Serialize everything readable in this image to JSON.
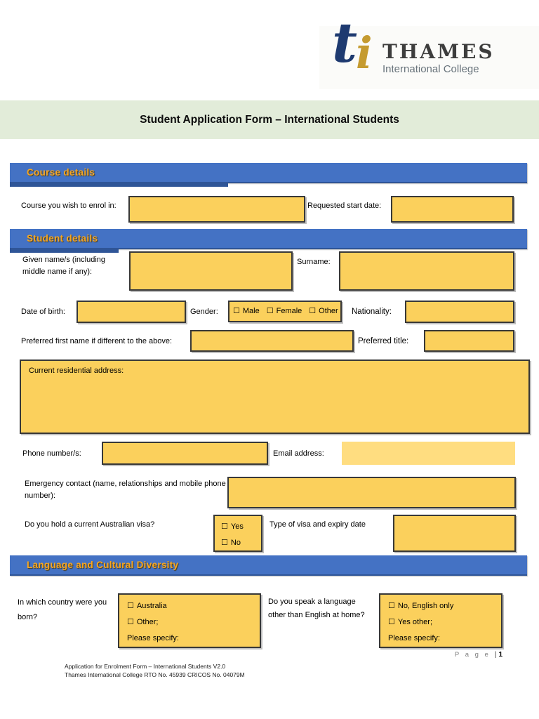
{
  "colors": {
    "section_bar": "#4472c4",
    "section_bar_shadow": "#2f5597",
    "section_label_gold": "#f5a623",
    "input_yellow": "#fbd05c",
    "input_yellow_light": "#ffdd80",
    "banner_green": "#e2ecd9",
    "logo_navy": "#1e3a70",
    "logo_gold": "#c59b30"
  },
  "icons": {
    "checkbox": "☐"
  },
  "logo": {
    "monogram_t": "t",
    "monogram_i": "i",
    "name": "THAMES",
    "subtitle": "International College"
  },
  "banner": {
    "title": "Student Application Form – International Students"
  },
  "course_section": {
    "header": "Course details",
    "course_label": "Course you wish to enrol in:",
    "start_date_label": "Requested start date:"
  },
  "student_section": {
    "header": "Student details",
    "given_name_label": "Given name/s (including middle name if any):",
    "surname_label": "Surname:",
    "dob_label": "Date of birth:",
    "gender_label": "Gender:",
    "gender_options": [
      "Male",
      "Female",
      "Other"
    ],
    "nationality_label": "Nationality:",
    "pref_name_label": "Preferred first name if different to the above:",
    "pref_title_label": "Preferred title:",
    "address_label": "Current residential address:",
    "phone_label": "Phone number/s:",
    "email_label": "Email address:",
    "emergency_label": "Emergency contact (name, relationships and mobile phone number):",
    "visa_question_label": "Do you hold a current Australian visa?",
    "visa_options": [
      "Yes",
      "No"
    ],
    "visa_type_label": "Type of visa and expiry date"
  },
  "language_section": {
    "header": "Language and Cultural Diversity",
    "country_question": "In which country were you born?",
    "country_options": [
      "Australia",
      "Other;"
    ],
    "country_specify": "Please specify:",
    "language_question": "Do you speak a language other than English at home?",
    "language_options": [
      "No, English only",
      "Yes other;"
    ],
    "language_specify": "Please specify:"
  },
  "footer": {
    "page_word": "P a g e",
    "page_sep": "|",
    "page_number": "1",
    "line1": "Application for Enrolment Form – International Students V2.0",
    "line2": "Thames International College RTO No. 45939 CRICOS No. 04079M"
  }
}
